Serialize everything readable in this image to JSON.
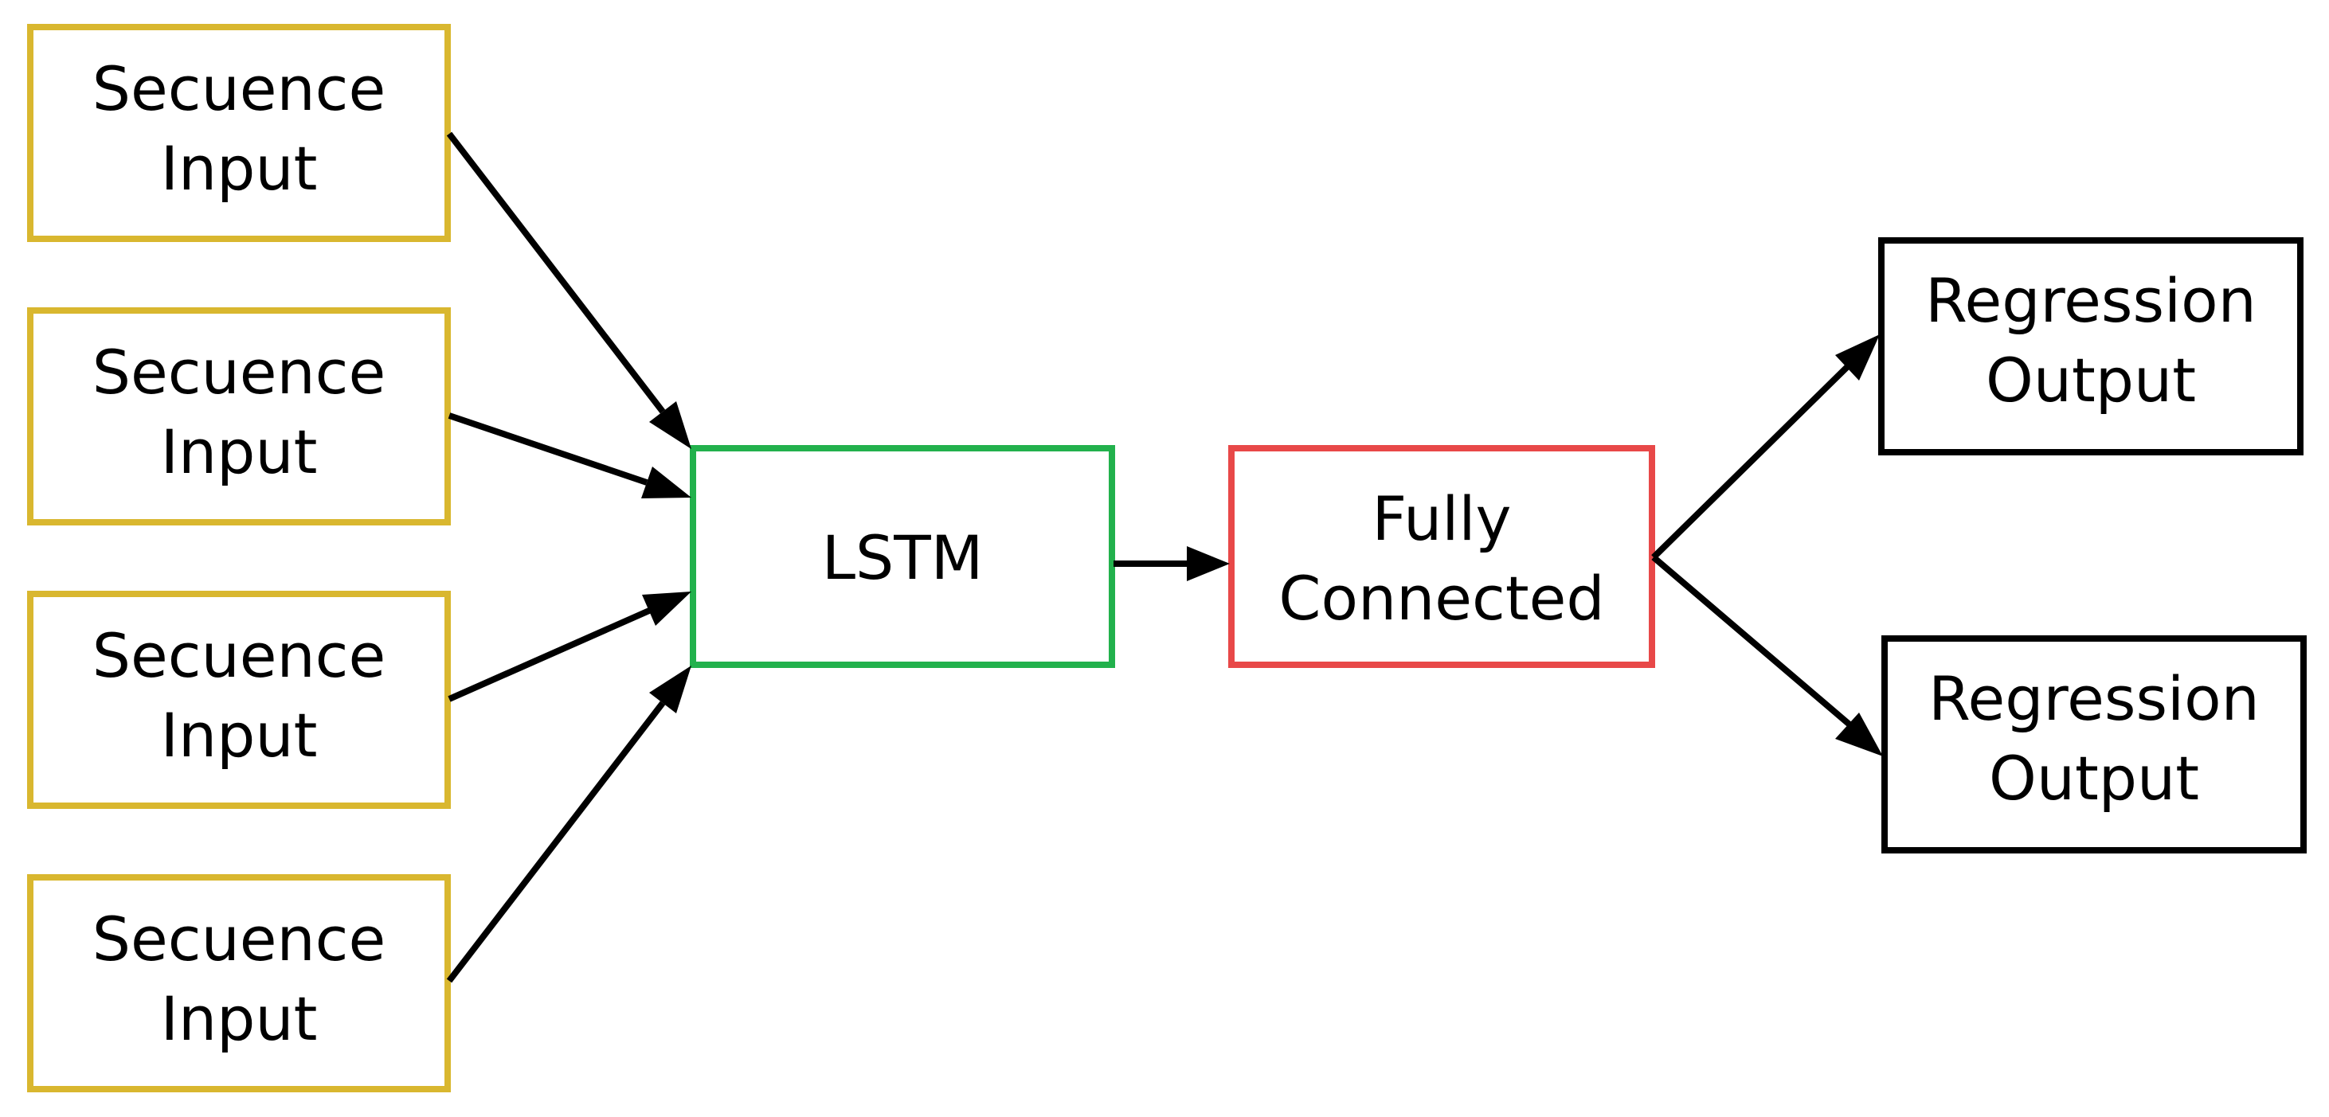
{
  "colors": {
    "input_border": "#d9b72f",
    "lstm_border": "#22b14c",
    "fc_border": "#e84848",
    "output_border": "#000000",
    "arrow": "#000000"
  },
  "nodes": {
    "input_1": {
      "line1": "Secuence",
      "line2": "Input"
    },
    "input_2": {
      "line1": "Secuence",
      "line2": "Input"
    },
    "input_3": {
      "line1": "Secuence",
      "line2": "Input"
    },
    "input_4": {
      "line1": "Secuence",
      "line2": "Input"
    },
    "lstm": {
      "label": "LSTM"
    },
    "fully_connected": {
      "line1": "Fully",
      "line2": "Connected"
    },
    "output_1": {
      "line1": "Regression",
      "line2": "Output"
    },
    "output_2": {
      "line1": "Regression",
      "line2": "Output"
    }
  },
  "edges": [
    {
      "from": "input_1",
      "to": "lstm"
    },
    {
      "from": "input_2",
      "to": "lstm"
    },
    {
      "from": "input_3",
      "to": "lstm"
    },
    {
      "from": "input_4",
      "to": "lstm"
    },
    {
      "from": "lstm",
      "to": "fully_connected"
    },
    {
      "from": "fully_connected",
      "to": "output_1"
    },
    {
      "from": "fully_connected",
      "to": "output_2"
    }
  ]
}
